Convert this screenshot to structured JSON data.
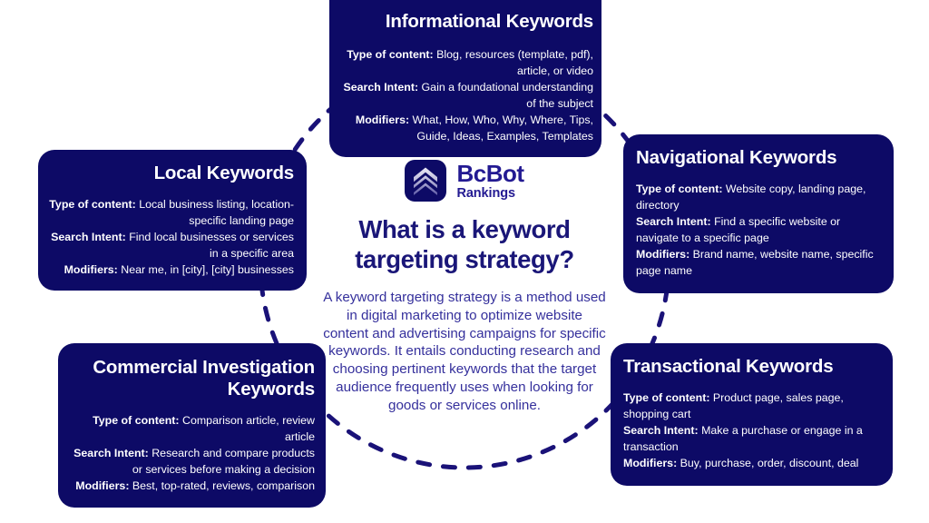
{
  "theme": {
    "background": "#ffffff",
    "card_fill": "#0d0a66",
    "card_text": "#ffffff",
    "heading_navy": "#1a1678",
    "body_indigo": "#35309c",
    "logo_indigo": "#231a92",
    "dash_color": "#1a1278"
  },
  "center": {
    "logo": {
      "icon": "chevron-stack-icon",
      "name": "BcBot",
      "subtitle": "Rankings"
    },
    "heading": "What is a keyword targeting strategy?",
    "body": "A keyword targeting strategy is a method used in digital marketing to optimize website content and advertising campaigns for specific keywords. It entails conducting research and choosing pertinent keywords that the target audience frequently uses when looking for goods or services online."
  },
  "labels": {
    "type_of_content": "Type of content:",
    "search_intent": "Search Intent:",
    "modifiers": "Modifiers:"
  },
  "cards": {
    "informational": {
      "title": "Informational Keywords",
      "type_of_content": "Blog, resources (template, pdf), article, or video",
      "search_intent": "Gain a foundational understanding of the subject",
      "modifiers": "What, How, Who, Why, Where, Tips, Guide, Ideas, Examples, Templates"
    },
    "local": {
      "title": "Local Keywords",
      "type_of_content": "Local business listing, location-specific landing page",
      "search_intent": "Find local businesses or services in a specific area",
      "modifiers": "Near me, in [city], [city] businesses"
    },
    "navigational": {
      "title": "Navigational Keywords",
      "type_of_content": "Website copy, landing page, directory",
      "search_intent": "Find a specific website or navigate to a specific page",
      "modifiers": "Brand name, website name, specific page name"
    },
    "commercial": {
      "title": "Commercial Investigation Keywords",
      "type_of_content": "Comparison article, review article",
      "search_intent": "Research and compare products or services before making a decision",
      "modifiers": "Best, top-rated, reviews, comparison"
    },
    "transactional": {
      "title": "Transactional Keywords",
      "type_of_content": "Product page, sales page, shopping cart",
      "search_intent": "Make a purchase or engage in a transaction",
      "modifiers": "Buy, purchase, order, discount, deal"
    }
  }
}
